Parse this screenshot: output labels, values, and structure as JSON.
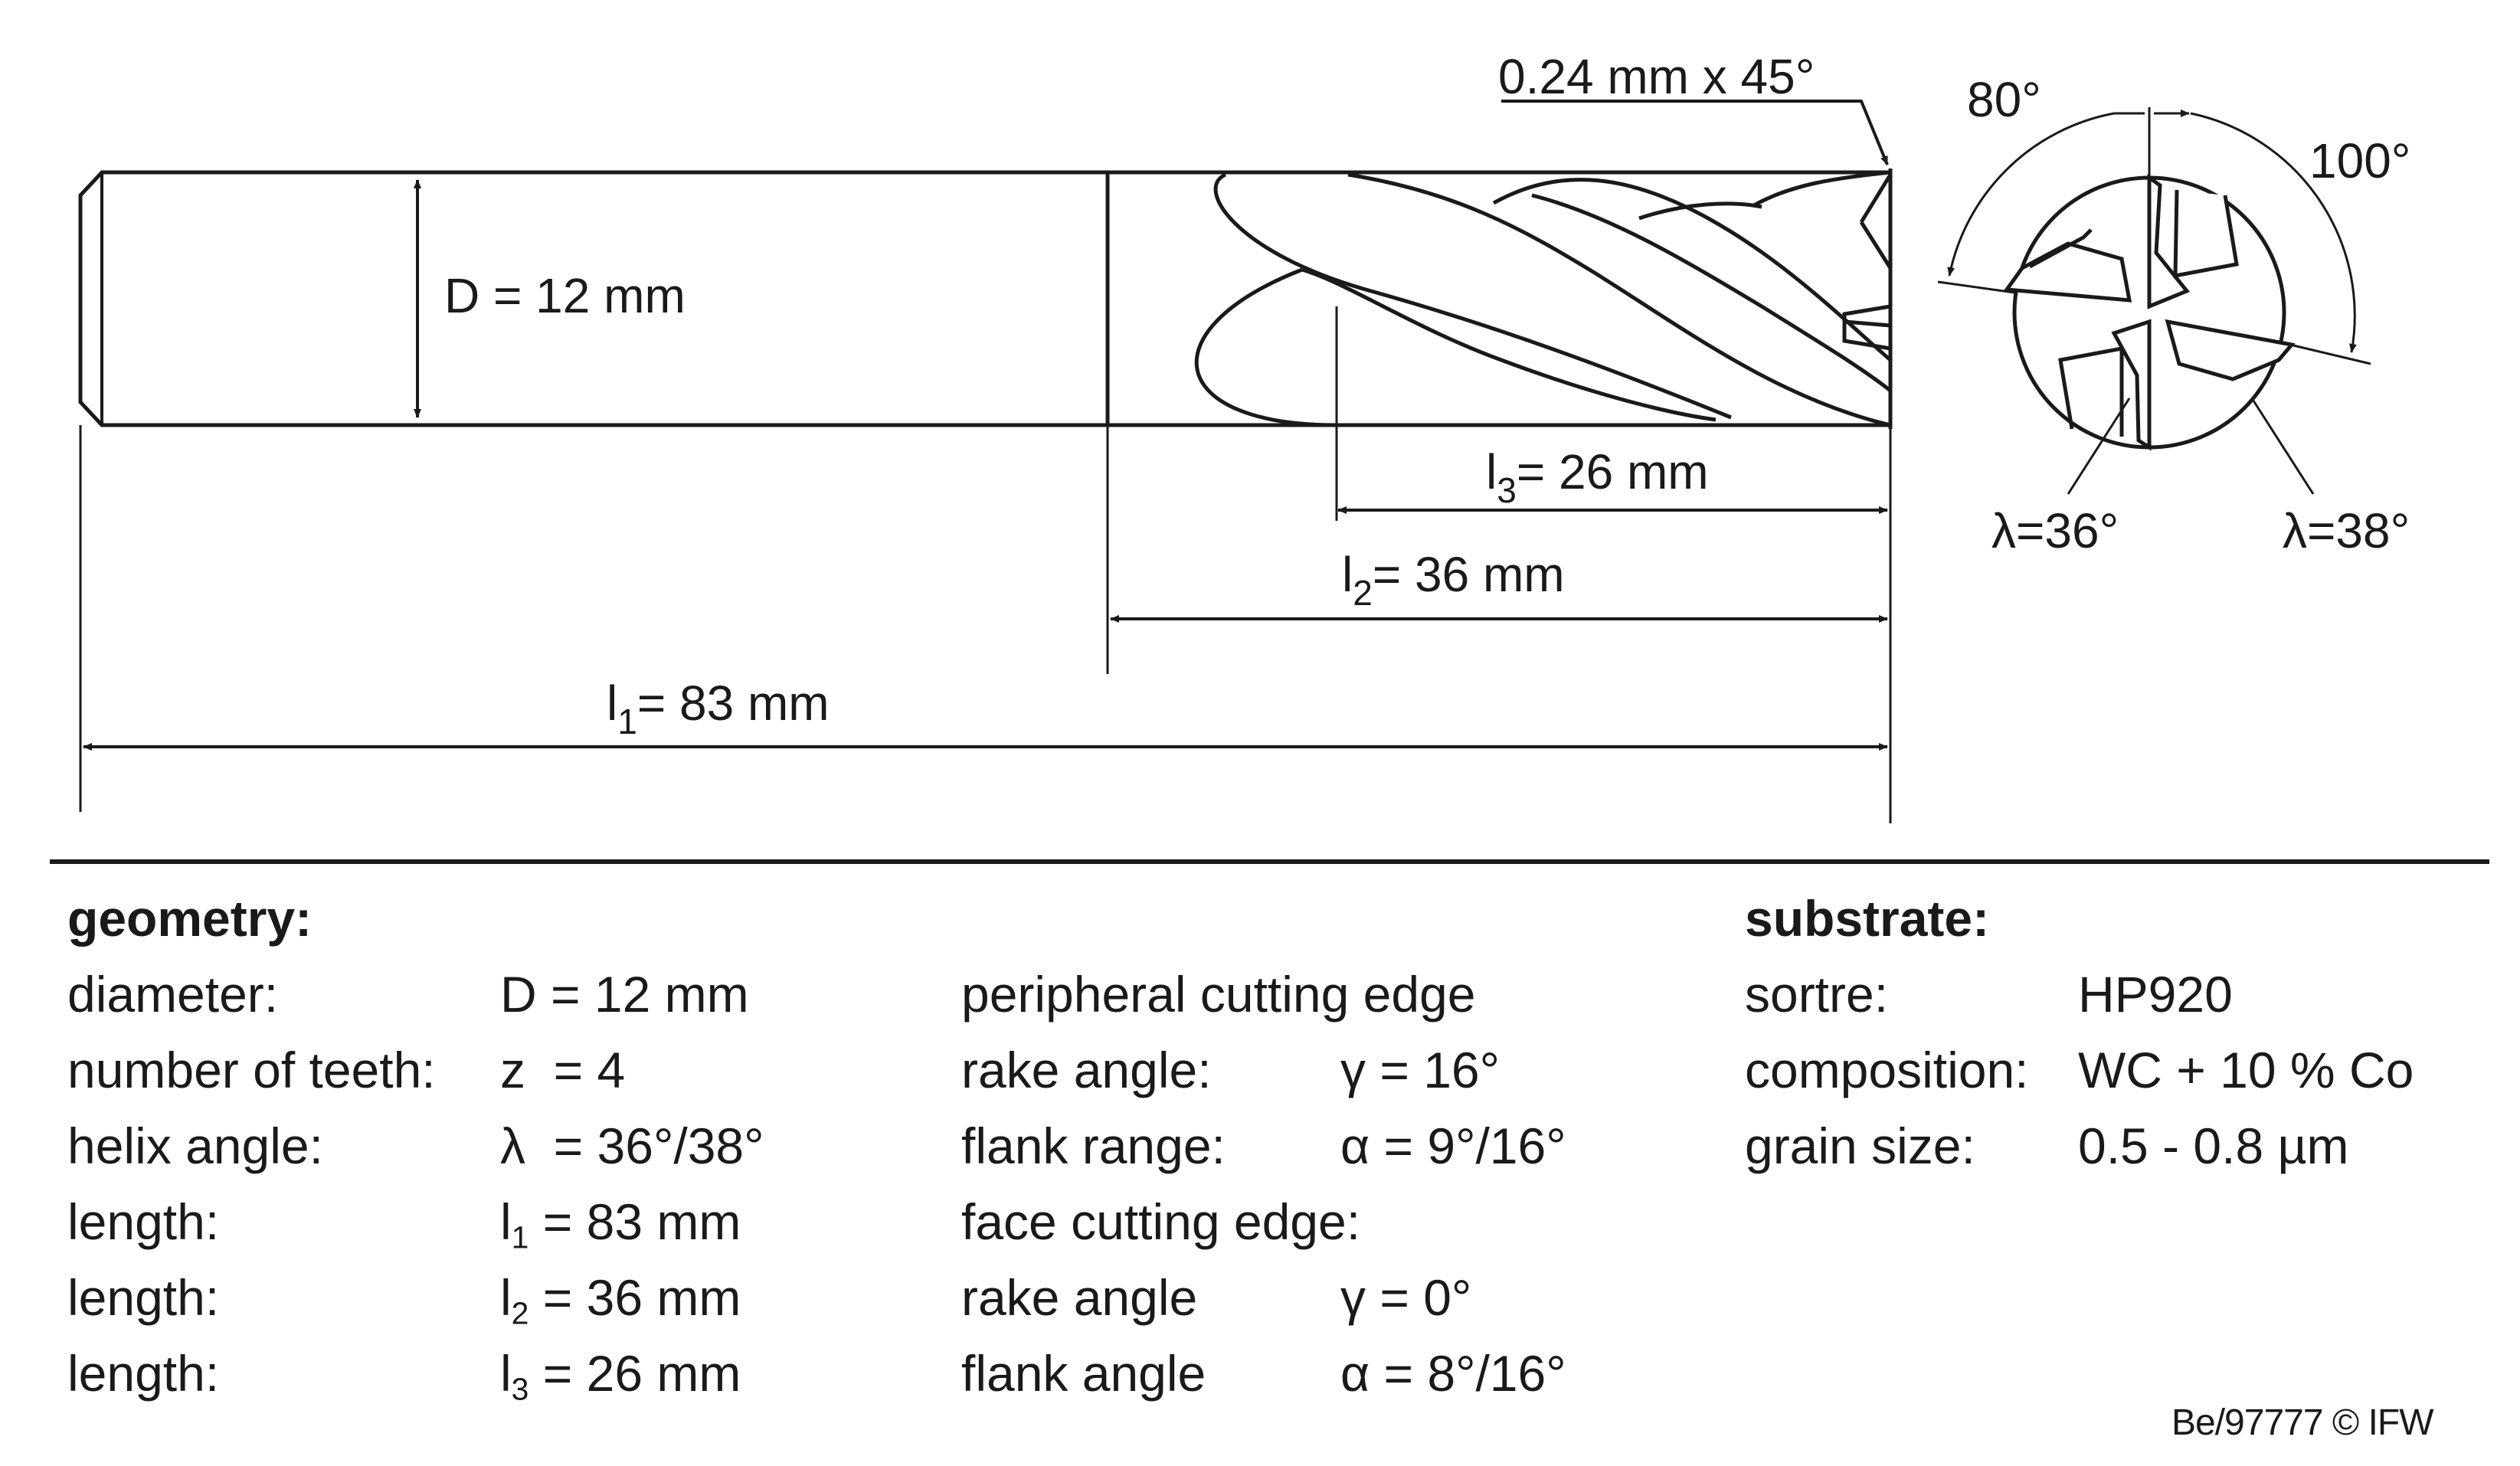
{
  "drawing": {
    "chamfer_label": "0.24 mm x 45°",
    "diameter_label": "D = 12 mm",
    "l3_label": {
      "sym": "l",
      "sub": "3",
      "rest": "= 26 mm"
    },
    "l2_label": {
      "sym": "l",
      "sub": "2",
      "rest": "= 36 mm"
    },
    "l1_label": {
      "sym": "l",
      "sub": "1",
      "rest": "= 83 mm"
    },
    "angle_80": "80°",
    "angle_100": "100°",
    "lambda_36": "λ=36°",
    "lambda_38": "λ=38°"
  },
  "geometry": {
    "heading": "geometry:",
    "rows": [
      {
        "label": "diameter:",
        "value": "D = 12 mm"
      },
      {
        "label": "number of teeth:",
        "value": "z  = 4"
      },
      {
        "label": "helix angle:",
        "value": "λ  = 36°/38°"
      },
      {
        "label": "length:",
        "sym": "l",
        "sub": "1",
        "rest": " = 83 mm"
      },
      {
        "label": "length:",
        "sym": "l",
        "sub": "2",
        "rest": " = 36 mm"
      },
      {
        "label": "length:",
        "sym": "l",
        "sub": "3",
        "rest": " = 26 mm"
      }
    ]
  },
  "cutting": {
    "rows": [
      {
        "label": "peripheral cutting edge",
        "value": ""
      },
      {
        "label": "rake angle:",
        "value": "γ = 16°"
      },
      {
        "label": "flank range:",
        "value": "α = 9°/16°"
      },
      {
        "label": "face cutting edge:",
        "value": ""
      },
      {
        "label": "rake angle",
        "value": "γ = 0°"
      },
      {
        "label": "flank angle",
        "value": "α = 8°/16°"
      }
    ]
  },
  "substrate": {
    "heading": "substrate:",
    "rows": [
      {
        "label": "sortre:",
        "value": "HP920"
      },
      {
        "label": "composition:",
        "value": "WC + 10 % Co"
      },
      {
        "label": "grain size:",
        "value": "0.5 - 0.8 µm"
      }
    ]
  },
  "credit": "Be/97777 © IFW"
}
